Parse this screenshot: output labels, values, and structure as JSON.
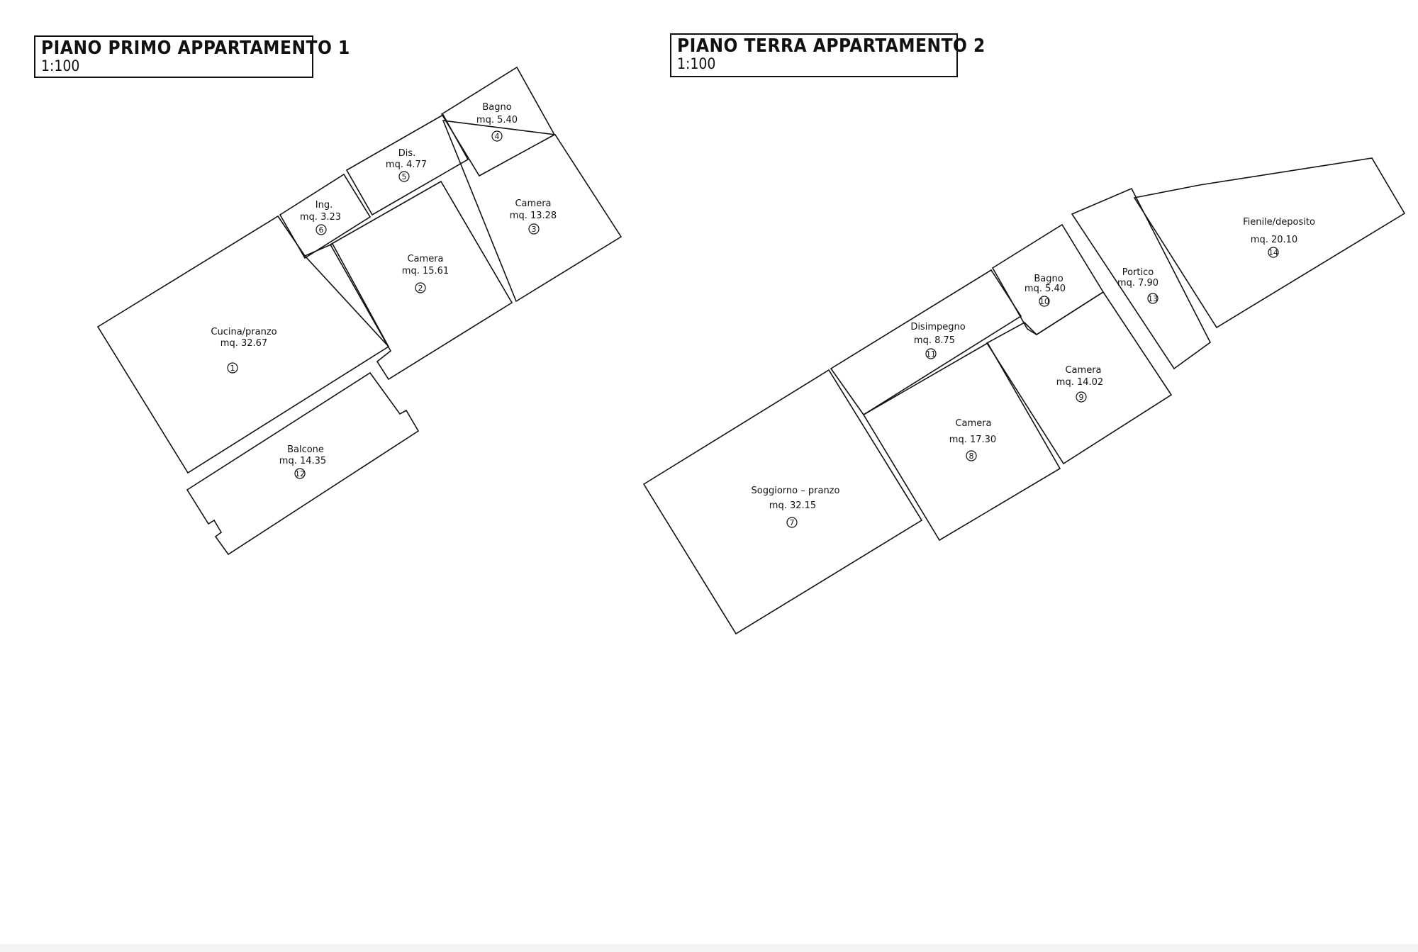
{
  "apartments": [
    {
      "title": "PIANO PRIMO APPARTAMENTO 1",
      "scale": "1:100",
      "rooms": [
        {
          "name": "Cucina/pranzo",
          "area": "mq. 32.67",
          "num": "1"
        },
        {
          "name": "Camera",
          "area": "mq. 15.61",
          "num": "2"
        },
        {
          "name": "Camera",
          "area": "mq. 13.28",
          "num": "3"
        },
        {
          "name": "Bagno",
          "area": "mq. 5.40",
          "num": "4"
        },
        {
          "name": "Dis.",
          "area": "mq. 4.77",
          "num": "5"
        },
        {
          "name": "Ing.",
          "area": "mq. 3.23",
          "num": "6"
        },
        {
          "name": "Balcone",
          "area": "mq. 14.35",
          "num": "12"
        }
      ]
    },
    {
      "title": "PIANO TERRA APPARTAMENTO 2",
      "scale": "1:100",
      "rooms": [
        {
          "name": "Soggiorno – pranzo",
          "area": "mq. 32.15",
          "num": "7"
        },
        {
          "name": "Camera",
          "area": "mq. 17.30",
          "num": "8"
        },
        {
          "name": "Camera",
          "area": "mq. 14.02",
          "num": "9"
        },
        {
          "name": "Bagno",
          "area": "mq. 5.40",
          "num": "10"
        },
        {
          "name": "Disimpegno",
          "area": "mq. 8.75",
          "num": "11"
        },
        {
          "name": "Portico",
          "area": "mq. 7.90",
          "num": "13"
        },
        {
          "name": "Fienile/deposito",
          "area": "mq. 20.10",
          "num": "14"
        }
      ]
    }
  ]
}
